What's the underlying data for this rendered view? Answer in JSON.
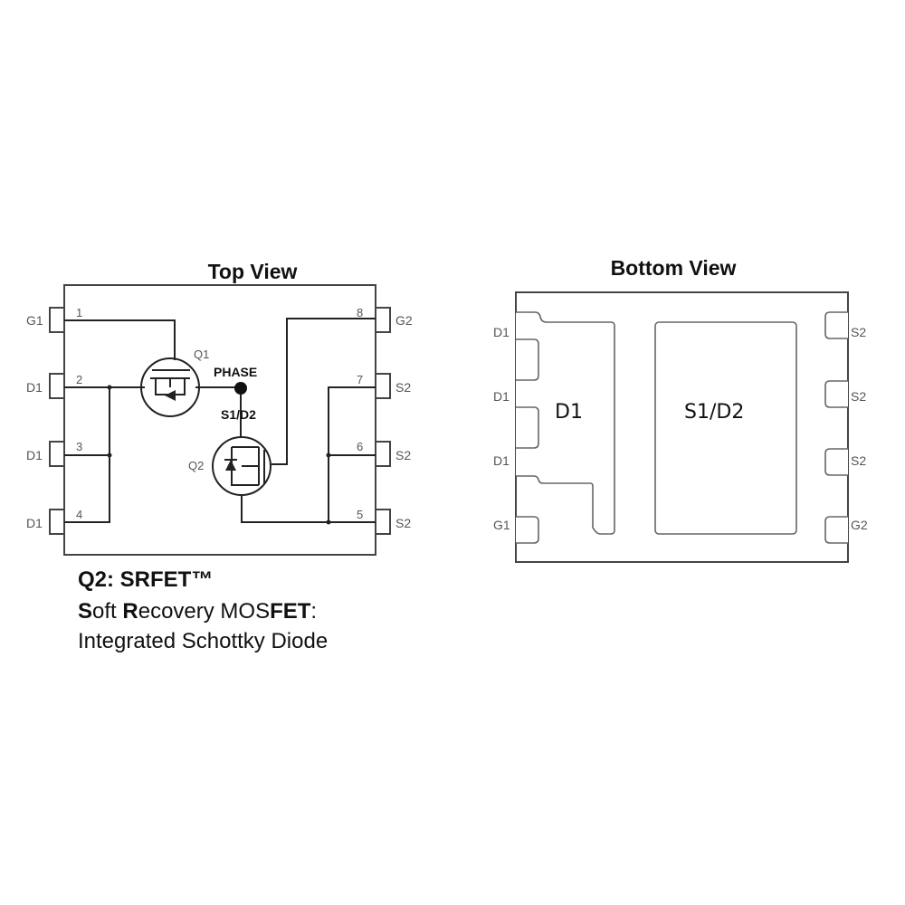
{
  "top_view": {
    "title": "Top View",
    "left_pins": [
      {
        "num": "1",
        "label": "G1"
      },
      {
        "num": "2",
        "label": "D1"
      },
      {
        "num": "3",
        "label": "D1"
      },
      {
        "num": "4",
        "label": "D1"
      }
    ],
    "right_pins": [
      {
        "num": "8",
        "label": "G2"
      },
      {
        "num": "7",
        "label": "S2"
      },
      {
        "num": "6",
        "label": "S2"
      },
      {
        "num": "5",
        "label": "S2"
      }
    ],
    "q1_label": "Q1",
    "q2_label": "Q2",
    "phase_label": "PHASE",
    "node_label": "S1/D2"
  },
  "bottom_view": {
    "title": "Bottom View",
    "left_pins": [
      "D1",
      "D1",
      "D1",
      "G1"
    ],
    "right_pins": [
      "S2",
      "S2",
      "S2",
      "G2"
    ],
    "pad_left": "D1",
    "pad_right": "S1/D2"
  },
  "note": {
    "line1": "Q2: SRFET™",
    "line2": {
      "s": "S",
      "oft": "oft ",
      "r": "R",
      "ecovery": "ecovery MOS",
      "fet": "FET",
      "colon": ":"
    },
    "line3": "Integrated Schottky Diode"
  }
}
